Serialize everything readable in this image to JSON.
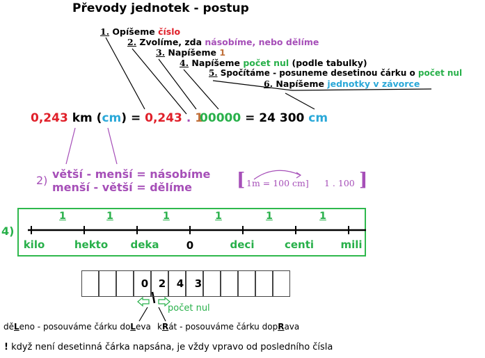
{
  "title": "Převody jednotek - postup",
  "steps": {
    "s1": {
      "num": "1.",
      "text": "Opíšeme ",
      "hl": "číslo"
    },
    "s2": {
      "num": "2.",
      "text": "Zvolíme, zda ",
      "hl": "násobíme, nebo dělíme"
    },
    "s3": {
      "num": "3.",
      "text": "Napíšeme ",
      "hl": "1"
    },
    "s4": {
      "num": "4.",
      "text": "Napíšeme ",
      "hl": "počet nul",
      "tail": " (podle tabulky)"
    },
    "s5": {
      "num": "5.",
      "text": "Spočítáme - posuneme desetinou čárku o ",
      "hl": "počet nul"
    },
    "s6": {
      "num": "6.",
      "text": "Napíšeme ",
      "hl": "jednotky v závorce"
    }
  },
  "equation": {
    "number": "0,243",
    "unit": "km",
    "open": "(",
    "target_unit": "cm",
    "close": ")",
    "eq1": "=",
    "number2": "0,243",
    "dot": ".",
    "one": "1",
    "zeros": "00000",
    "eq2": "=",
    "result": "24 300",
    "result_unit": "cm"
  },
  "rule": {
    "label": "2)",
    "line1": "větší - menší  =  násobíme",
    "line2": "menší - větší  =  dělíme",
    "bracket_left": "[",
    "example": "1m = 100 cm]",
    "example2": "1 . 100",
    "bracket_right": "]"
  },
  "scale": {
    "label": "4)",
    "steps": [
      "1",
      "1",
      "1",
      "1",
      "1",
      "1"
    ],
    "units": [
      "kilo",
      "hekto",
      "deka",
      "0",
      "deci",
      "centi",
      "mili"
    ]
  },
  "digits": {
    "values": [
      "0",
      "2",
      "4",
      "3"
    ],
    "pocet_nul": "počet nul"
  },
  "notes": {
    "left_pre": "dě",
    "left_k1": "L",
    "left_mid": "eno - posouváme čárku do",
    "left_k2": "L",
    "left_post": "eva",
    "right_pre": "k",
    "right_k1": "R",
    "right_mid": "át - posouváme čárku dop",
    "right_k2": "R",
    "right_post": "ava",
    "warning_mark": "!",
    "warning": " když není desetinná čárka napsána, je vždy vpravo od posledního čísla"
  },
  "colors": {
    "red": "#e0202a",
    "purple": "#a64fb8",
    "brown": "#c0703a",
    "green": "#28b04a",
    "cyan": "#2aa8d8"
  }
}
